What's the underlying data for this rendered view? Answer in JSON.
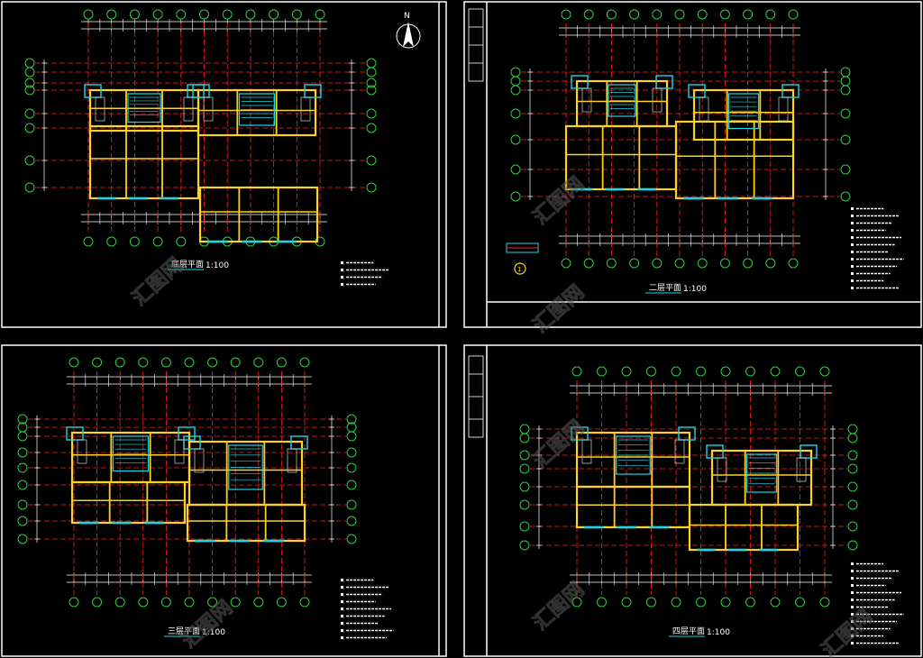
{
  "document": {
    "type": "CAD floor plan sheets",
    "background": "#000000",
    "colors": {
      "frame": "#ffffff",
      "axis": "#ff2020",
      "wall": "#ffd21e",
      "window": "#18d8e8",
      "dimension": "#ffffff",
      "bubble": "#30d040",
      "label": "#ffffff"
    }
  },
  "sheets": [
    {
      "id": "sheet-top-left",
      "title": "底层平面",
      "scale": "1:100",
      "notes_count": 4,
      "has_north_arrow": true,
      "north_label": "N"
    },
    {
      "id": "sheet-top-right",
      "title": "二层平面",
      "scale": "1:100",
      "notes_count": 12,
      "has_north_arrow": false
    },
    {
      "id": "sheet-bottom-left",
      "title": "三层平面",
      "scale": "1:100",
      "notes_count": 9,
      "has_north_arrow": false
    },
    {
      "id": "sheet-bottom-right",
      "title": "四层平面",
      "scale": "1:100",
      "notes_count": 12,
      "has_north_arrow": false
    }
  ],
  "watermark": {
    "text": "汇图网",
    "icon": "watermark-logo-icon"
  }
}
